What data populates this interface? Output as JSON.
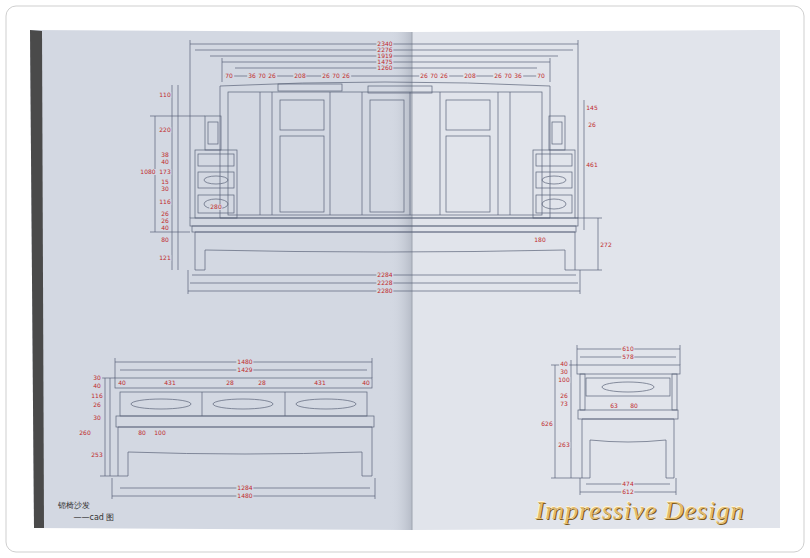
{
  "diagram": {
    "labels": [
      "2340",
      "2276",
      "1919",
      "1475",
      "1260",
      "70",
      "36",
      "70",
      "26",
      "208",
      "26",
      "70",
      "26",
      "26",
      "70",
      "26",
      "208",
      "26",
      "70",
      "36",
      "70",
      "110",
      "220",
      "38",
      "40",
      "173",
      "15",
      "30",
      "116",
      "26",
      "26",
      "40",
      "80",
      "121",
      "1080",
      "280",
      "145",
      "26",
      "461",
      "180",
      "272",
      "2284",
      "2228",
      "2280",
      "1480",
      "1429",
      "40",
      "431",
      "28",
      "28",
      "431",
      "40",
      "30",
      "40",
      "116",
      "26",
      "30",
      "80",
      "100",
      "260",
      "253",
      "1284",
      "1480",
      "610",
      "578",
      "40",
      "30",
      "100",
      "26",
      "73",
      "63",
      "80",
      "626",
      "263",
      "474",
      "612",
      "锦椅沙发",
      "——cad 图",
      "Impressive Design"
    ]
  }
}
